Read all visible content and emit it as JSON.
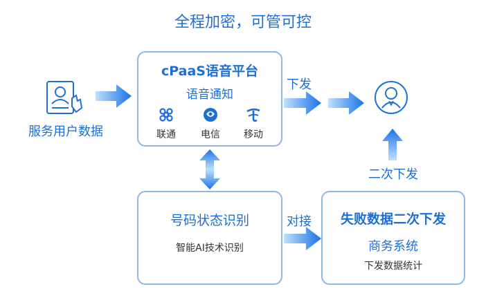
{
  "title": "全程加密，可管可控",
  "user_source": {
    "label": "服务用户数据"
  },
  "cpaas": {
    "title": "cPaaS语音平台",
    "subtitle": "语音通知",
    "carriers": [
      {
        "label": "联通",
        "icon": "china-unicom-icon"
      },
      {
        "label": "电信",
        "icon": "china-mobile-icon"
      },
      {
        "label": "移动",
        "icon": "china-telecom-icon"
      }
    ]
  },
  "arrows": {
    "issue": "下发",
    "connect": "对接",
    "resend": "二次下发"
  },
  "number_status": {
    "title": "号码状态识别",
    "subtitle": "智能AI技术识别"
  },
  "business": {
    "headline": "失败数据二次下发",
    "title": "商务系统",
    "subtitle": "下发数据统计"
  },
  "recipient": {
    "icon": "user-avatar-icon"
  },
  "colors": {
    "primary": "#1d6fd6",
    "border": "#8fb7e8",
    "arrow_light": "#9cc9f5",
    "arrow_dark": "#1a73e8"
  }
}
